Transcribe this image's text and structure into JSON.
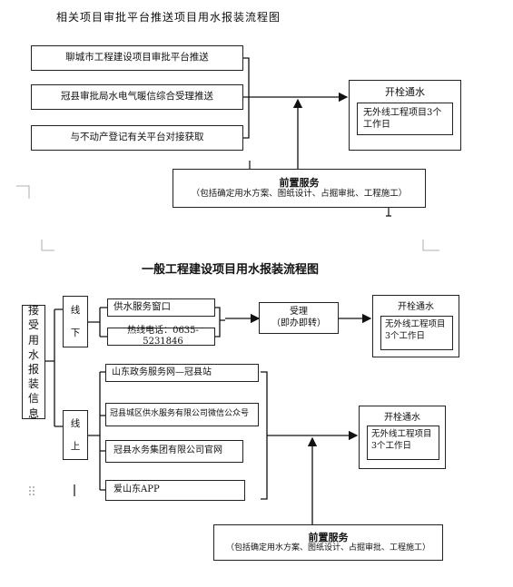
{
  "diagram1": {
    "title": "相关项目审批平台推送项目用水报装流程图",
    "sources": [
      "聊城市工程建设项目审批平台推送",
      "冠县审批局水电气暖信综合受理推送",
      "与不动产登记有关平台对接获取"
    ],
    "result": {
      "title": "开栓通水",
      "detail": "无外线工程项目3个工作日"
    },
    "pre_service": {
      "title": "前置服务",
      "detail": "（包括确定用水方案、图纸设计、占掘审批、工程施工）"
    }
  },
  "diagram2": {
    "title": "一般工程建设项目用水报装流程图",
    "root": "接受用水报装信息",
    "offline": {
      "label": "线下",
      "channels": [
        "供水服务窗口",
        "热线电话：0635-5231846"
      ],
      "accept": {
        "title": "受理",
        "detail": "（即办即转）"
      },
      "result": {
        "title": "开栓通水",
        "detail": "无外线工程项目3个工作日"
      }
    },
    "online": {
      "label": "线上",
      "channels": [
        "山东政务服务网—冠县站",
        "冠县城区供水服务有限公司微信公众号",
        "冠县水务集团有限公司官网",
        "爱山东APP"
      ],
      "result": {
        "title": "开栓通水",
        "detail": "无外线工程项目3个工作日"
      }
    },
    "pre_service": {
      "title": "前置服务",
      "detail": "（包括确定用水方案、图纸设计、占掘审批、工程施工）"
    }
  }
}
